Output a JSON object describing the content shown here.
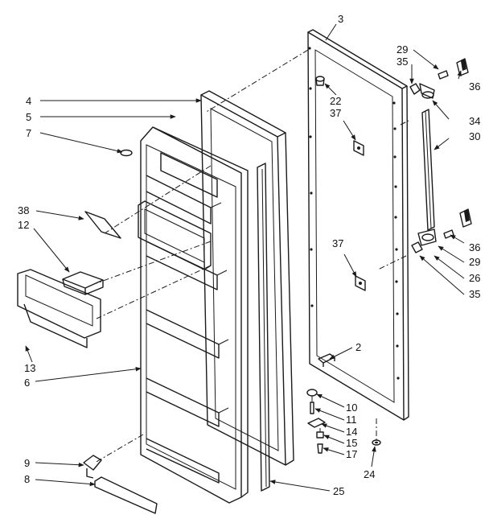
{
  "labels": {
    "l3": "3",
    "l29a": "29",
    "l35a": "35",
    "l36a": "36",
    "l22": "22",
    "l37a": "37",
    "l34": "34",
    "l30": "30",
    "l4": "4",
    "l5": "5",
    "l7": "7",
    "l38": "38",
    "l12": "12",
    "l36b": "36",
    "l29b": "29",
    "l26": "26",
    "l35b": "35",
    "l37b": "37",
    "l2": "2",
    "l13": "13",
    "l6": "6",
    "l10": "10",
    "l11": "11",
    "l14": "14",
    "l15": "15",
    "l17": "17",
    "l9": "9",
    "l8": "8",
    "l24": "24",
    "l25": "25"
  }
}
